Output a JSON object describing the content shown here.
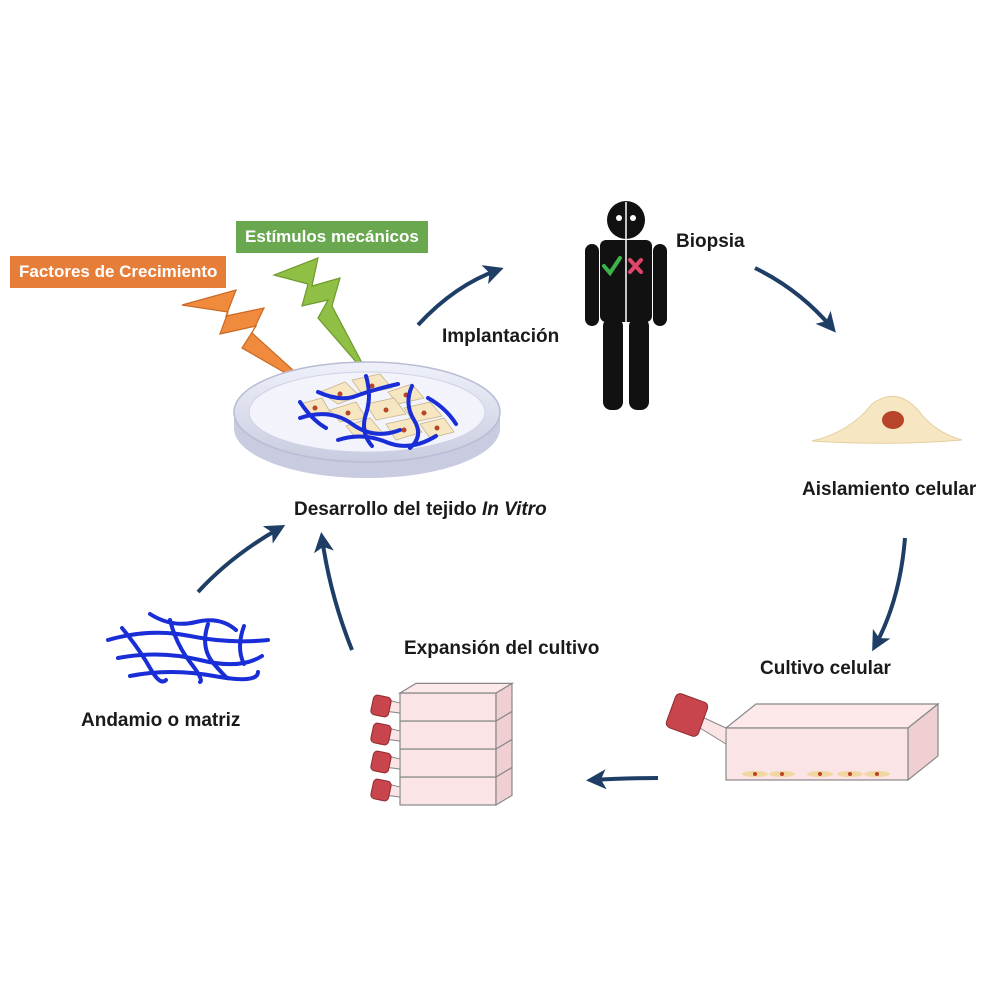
{
  "labels": {
    "growth_factors": "Factores de Crecimiento",
    "mechanical_stimuli": "Estímulos mecánicos",
    "implantation": "Implantación",
    "biopsy": "Biopsia",
    "cell_isolation": "Aislamiento celular",
    "cell_culture": "Cultivo celular",
    "culture_expansion": "Expansión del cultivo",
    "scaffold": "Andamio o matriz",
    "tissue_dev_prefix": "Desarrollo del tejido ",
    "tissue_dev_italic": "In Vitro"
  },
  "colors": {
    "arrow": "#1f3e66",
    "scaffold_fiber": "#1a2ed8",
    "growth_factor_bolt": "#f08a3c",
    "mechanical_bolt": "#8fbf45",
    "flask_body": "#fbe4e6",
    "flask_cap": "#c9454d",
    "cell": "#f6e6c2",
    "nucleus": "#b8442a",
    "dish": "#d6d8ee",
    "person": "#111111",
    "check": "#3db34a",
    "cross": "#e0456a"
  },
  "icons": [
    "growth-factor-bolt-icon",
    "mechanical-bolt-icon",
    "petri-dish-icon",
    "person-icon",
    "cell-icon",
    "culture-flask-icon",
    "flask-stack-icon",
    "scaffold-mesh-icon",
    "cycle-arrow-icon"
  ]
}
